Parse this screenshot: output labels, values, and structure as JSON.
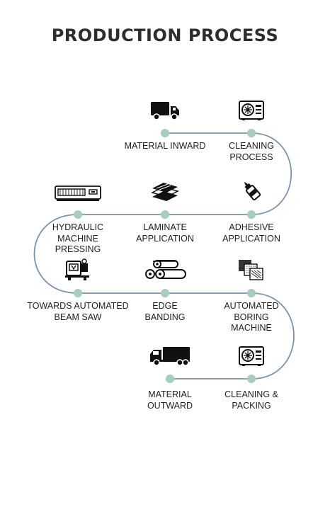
{
  "title": "PRODUCTION PROCESS",
  "colors": {
    "path": "#7d93aa",
    "dot": "#a8ccc0",
    "icon": "#111111"
  },
  "steps": [
    {
      "lines": [
        "MATERIAL INWARD"
      ],
      "icon": "truck-icon"
    },
    {
      "lines": [
        "CLEANING",
        "PROCESS"
      ],
      "icon": "washing-machine-icon"
    },
    {
      "lines": [
        "ADHESIVE",
        "APPLICATION"
      ],
      "icon": "glue-bottle-icon"
    },
    {
      "lines": [
        "LAMINATE",
        "APPLICATION"
      ],
      "icon": "laminate-sheets-icon"
    },
    {
      "lines": [
        "HYDRAULIC",
        "MACHINE",
        "PRESSING"
      ],
      "icon": "hydraulic-press-icon"
    },
    {
      "lines": [
        "TOWARDS AUTOMATED",
        "BEAM SAW"
      ],
      "icon": "beam-saw-icon"
    },
    {
      "lines": [
        "EDGE",
        "BANDING"
      ],
      "icon": "edge-band-rolls-icon"
    },
    {
      "lines": [
        "AUTOMATED",
        "BORING",
        "MACHINE"
      ],
      "icon": "boring-panels-icon"
    },
    {
      "lines": [
        "CLEANING &",
        "PACKING"
      ],
      "icon": "washing-machine-icon"
    },
    {
      "lines": [
        "MATERIAL",
        "OUTWARD"
      ],
      "icon": "delivery-truck-icon"
    }
  ]
}
